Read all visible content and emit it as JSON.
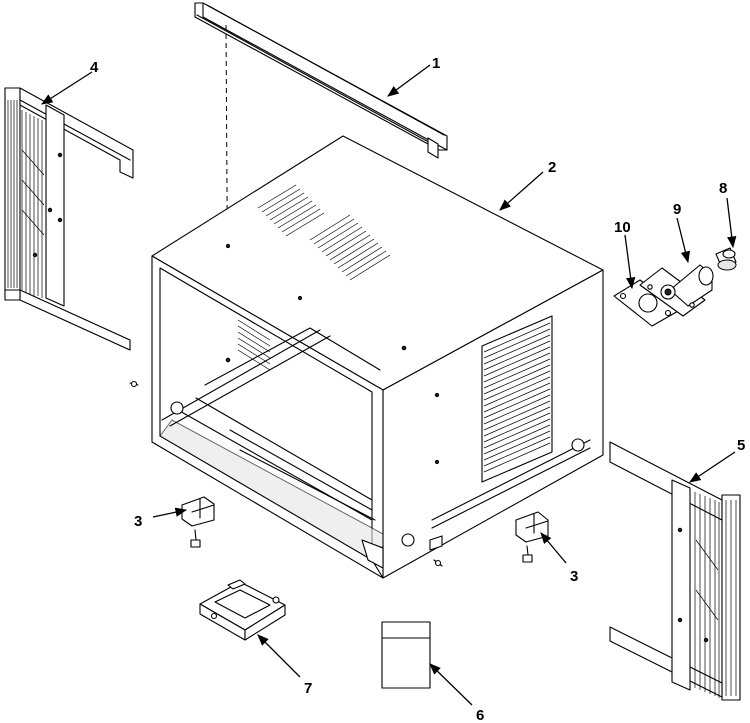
{
  "callouts": {
    "c1": "1",
    "c2": "2",
    "c3a": "3",
    "c3b": "3",
    "c4": "4",
    "c5": "5",
    "c6": "6",
    "c7": "7",
    "c8": "8",
    "c9": "9",
    "c10": "10"
  }
}
